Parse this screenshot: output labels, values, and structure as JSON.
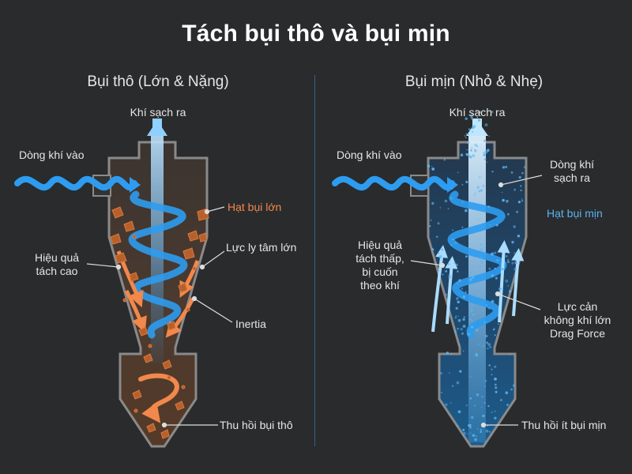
{
  "title": "Tách bụi thô và bụi mịn",
  "left": {
    "subtitle": "Bụi thô (Lớn & Nặng)",
    "labels": {
      "clean_air_out": "Khí sạch ra",
      "air_in": "Dòng khí vào",
      "large_particles": "Hạt bụi lớn",
      "high_efficiency": "Hiệu quả\ntách cao",
      "centrifugal_force": "Lực ly tâm lớn",
      "inertia": "Inertia",
      "collection": "Thu hồi bụi thô"
    }
  },
  "right": {
    "subtitle": "Bụi mịn (Nhỏ & Nhẹ)",
    "labels": {
      "clean_air_out": "Khí sạch ra",
      "air_in": "Dòng khí vào",
      "clean_air_flow": "Dòng khí\nsạch ra",
      "fine_particles": "Hạt bụi mịn",
      "low_efficiency": "Hiệu quả\ntách thấp,\nbị cuốn\ntheo khí",
      "drag_force": "Lực cản\nkhông khí lớn\nDrag Force",
      "collection": "Thu hồi ít bụi mịn"
    }
  },
  "colors": {
    "background": "#2a2b2d",
    "cyclone_outline": "#8a8a8a",
    "air_blue": "#2e9cf0",
    "dust_orange": "#f2884b",
    "fine_blue": "#5ab4f2"
  }
}
